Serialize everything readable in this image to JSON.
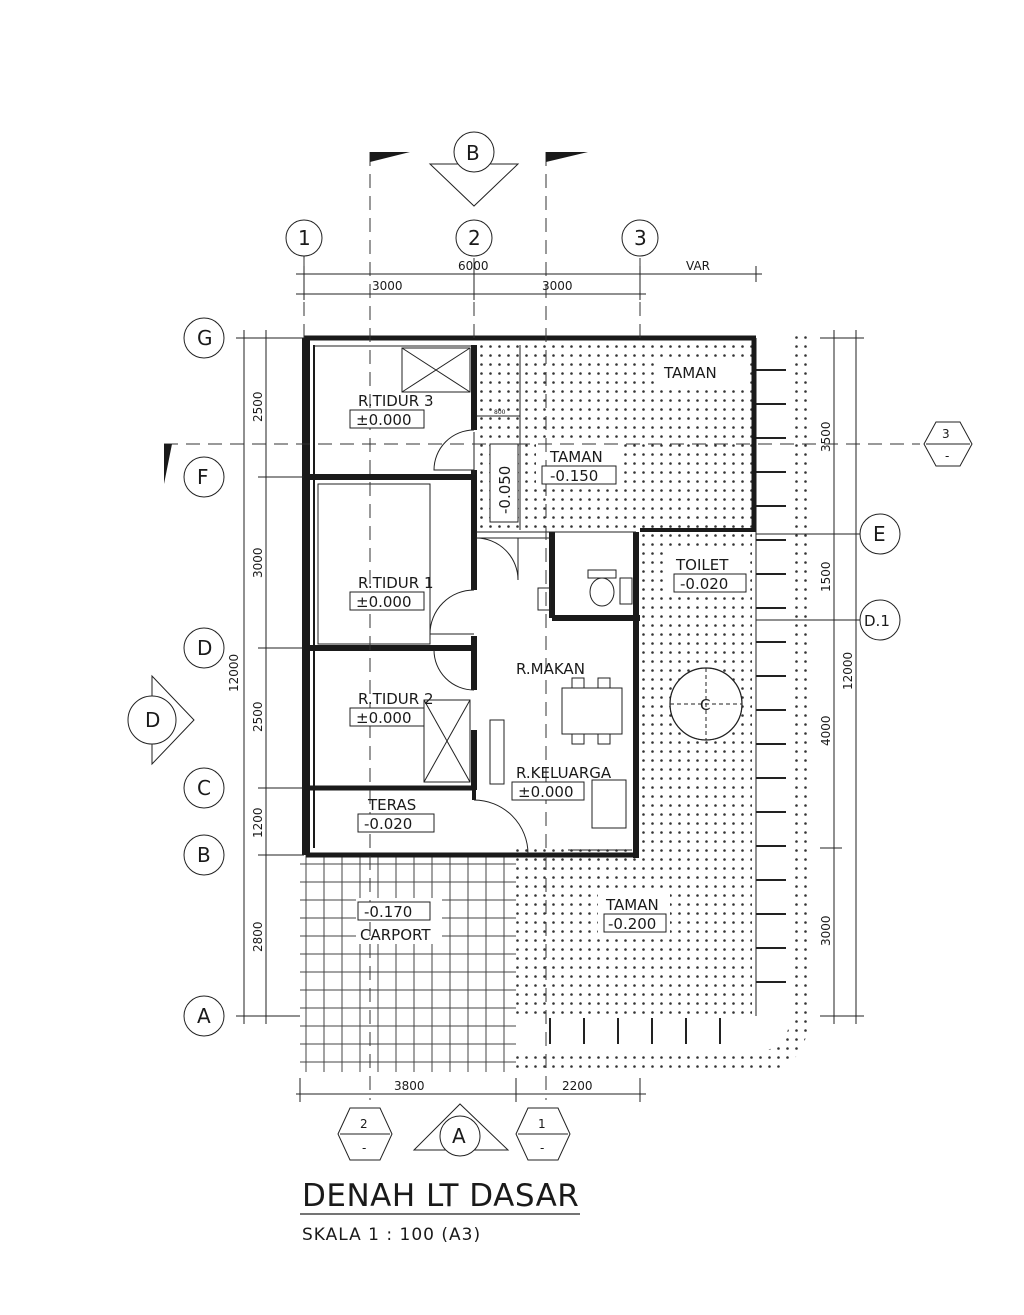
{
  "drawing": {
    "title": "DENAH LT DASAR",
    "scale": "SKALA  1 : 100 (A3)"
  },
  "grid_columns": [
    "1",
    "2",
    "3"
  ],
  "grid_rows": [
    "G",
    "F",
    "E",
    "D.1",
    "D",
    "C",
    "B",
    "A"
  ],
  "section_marks": {
    "top": "B",
    "left": "D",
    "bottom": "A",
    "detail_right": "3",
    "detail_bottom_left": "2",
    "detail_bottom_right": "1",
    "detail_dash": "-"
  },
  "dimensions": {
    "top_total": "6000",
    "top_var": "VAR",
    "top_1": "3000",
    "top_2": "3000",
    "bottom_1": "3800",
    "bottom_2": "2200",
    "left_total": "12000",
    "left_1": "2500",
    "left_2": "3000",
    "left_3": "2500",
    "left_4": "1200",
    "left_5": "2800",
    "right_total": "12000",
    "right_1": "3500",
    "right_2": "1500",
    "right_3": "4000",
    "right_4": "3000",
    "door_small": "800"
  },
  "rooms": {
    "tidur3": {
      "name": "R.TIDUR 3",
      "level": "±0.000"
    },
    "tidur1": {
      "name": "R.TIDUR 1",
      "level": "±0.000"
    },
    "tidur2": {
      "name": "R.TIDUR 2",
      "level": "±0.000"
    },
    "teras": {
      "name": "TERAS",
      "level": "-0.020"
    },
    "carport": {
      "name": "CARPORT",
      "level": "-0.170"
    },
    "taman_top": {
      "name": "TAMAN"
    },
    "taman_inner": {
      "name": "TAMAN",
      "level": "-0.150"
    },
    "corridor": {
      "level": "-0.050"
    },
    "toilet": {
      "name": "TOILET",
      "level": "-0.020"
    },
    "makan": {
      "name": "R.MAKAN"
    },
    "keluarga": {
      "name": "R.KELUARGA",
      "level": "±0.000"
    },
    "taman_bottom": {
      "name": "TAMAN",
      "level": "-0.200"
    },
    "tree": {
      "name": "C"
    }
  }
}
